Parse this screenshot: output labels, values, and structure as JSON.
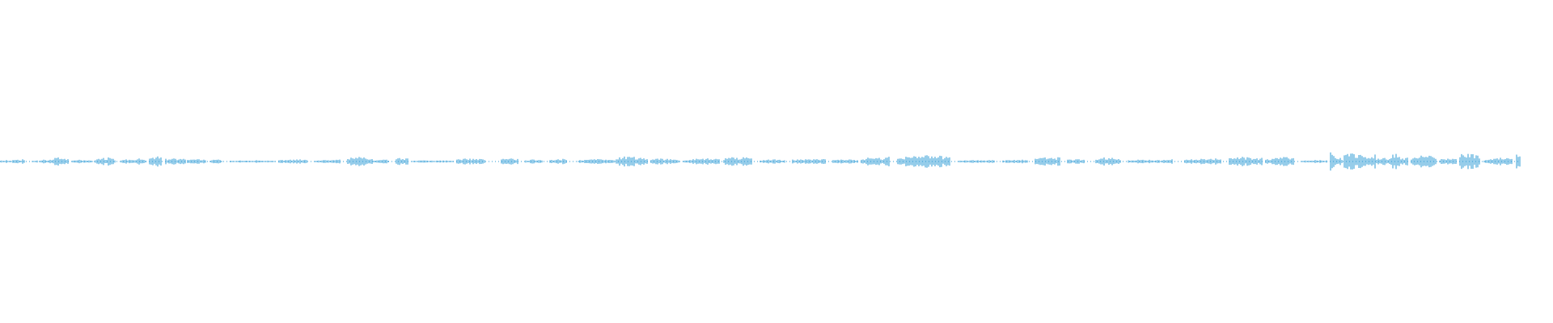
{
  "waveform": {
    "color": "#2e9bd6",
    "baseline_level": 0,
    "segments": [
      {
        "start": 0.0,
        "end": 0.012,
        "peaks": [
          0.05,
          0.1,
          0.08,
          0.12,
          0.06
        ]
      },
      {
        "start": 0.014,
        "end": 0.03,
        "peaks": [
          0.1,
          0.2,
          0.14,
          0.18
        ]
      },
      {
        "start": 0.04,
        "end": 0.046,
        "peaks": [
          0.05,
          0.08
        ]
      },
      {
        "start": 0.05,
        "end": 0.065,
        "peaks": [
          0.1,
          0.14,
          0.12,
          0.16,
          0.1
        ]
      },
      {
        "start": 0.066,
        "end": 0.085,
        "peaks": [
          0.2,
          0.35,
          0.28,
          0.4,
          0.3,
          0.22
        ]
      },
      {
        "start": 0.09,
        "end": 0.115,
        "peaks": [
          0.08,
          0.12,
          0.1,
          0.09
        ]
      },
      {
        "start": 0.118,
        "end": 0.142,
        "peaks": [
          0.18,
          0.3,
          0.25,
          0.34,
          0.2
        ]
      },
      {
        "start": 0.15,
        "end": 0.18,
        "peaks": [
          0.12,
          0.18,
          0.1,
          0.22,
          0.16
        ]
      },
      {
        "start": 0.185,
        "end": 0.2,
        "peaks": [
          0.28,
          0.42,
          0.3
        ]
      },
      {
        "start": 0.205,
        "end": 0.23,
        "peaks": [
          0.2,
          0.26,
          0.18,
          0.3
        ]
      },
      {
        "start": 0.232,
        "end": 0.255,
        "peaks": [
          0.12,
          0.18,
          0.14
        ]
      },
      {
        "start": 0.26,
        "end": 0.275,
        "peaks": [
          0.1,
          0.16,
          0.12
        ]
      },
      {
        "start": 0.285,
        "end": 0.34,
        "peaks": [
          0.06,
          0.08,
          0.06,
          0.1,
          0.07,
          0.05
        ]
      },
      {
        "start": 0.345,
        "end": 0.38,
        "peaks": [
          0.1,
          0.16,
          0.12,
          0.2,
          0.1
        ]
      },
      {
        "start": 0.39,
        "end": 0.42,
        "peaks": [
          0.08,
          0.12,
          0.1,
          0.14
        ]
      },
      {
        "start": 0.43,
        "end": 0.46,
        "peaks": [
          0.18,
          0.36,
          0.4,
          0.3,
          0.2
        ]
      },
      {
        "start": 0.462,
        "end": 0.48,
        "peaks": [
          0.1,
          0.15,
          0.12
        ]
      },
      {
        "start": 0.49,
        "end": 0.505,
        "peaks": [
          0.2,
          0.3,
          0.26
        ]
      },
      {
        "start": 0.51,
        "end": 0.56,
        "peaks": [
          0.06,
          0.08,
          0.07,
          0.09,
          0.06
        ]
      },
      {
        "start": 0.565,
        "end": 0.6,
        "peaks": [
          0.16,
          0.22,
          0.2,
          0.26,
          0.18
        ]
      },
      {
        "start": 0.62,
        "end": 0.64,
        "peaks": [
          0.2,
          0.24,
          0.22
        ]
      },
      {
        "start": 0.65,
        "end": 0.67,
        "peaks": [
          0.1,
          0.16,
          0.12
        ]
      },
      {
        "start": 0.68,
        "end": 0.7,
        "peaks": [
          0.14,
          0.2,
          0.18
        ]
      },
      {
        "start": 0.715,
        "end": 0.76,
        "peaks": [
          0.1,
          0.14,
          0.22,
          0.18,
          0.12
        ]
      },
      {
        "start": 0.762,
        "end": 0.8,
        "peaks": [
          0.26,
          0.4,
          0.36,
          0.3,
          0.24
        ]
      },
      {
        "start": 0.805,
        "end": 0.84,
        "peaks": [
          0.16,
          0.22,
          0.18,
          0.2
        ]
      },
      {
        "start": 0.845,
        "end": 0.89,
        "peaks": [
          0.14,
          0.2,
          0.24,
          0.18
        ]
      },
      {
        "start": 0.895,
        "end": 0.93,
        "peaks": [
          0.22,
          0.32,
          0.28,
          0.36,
          0.3
        ]
      },
      {
        "start": 0.94,
        "end": 0.97,
        "peaks": [
          0.1,
          0.16,
          0.14
        ]
      },
      {
        "start": 0.98,
        "end": 1.02,
        "peaks": [
          0.14,
          0.2,
          0.18,
          0.22
        ]
      },
      {
        "start": 1.03,
        "end": 1.06,
        "peaks": [
          0.12,
          0.16,
          0.14
        ]
      },
      {
        "start": 1.065,
        "end": 1.1,
        "peaks": [
          0.22,
          0.3,
          0.26,
          0.34
        ]
      },
      {
        "start": 1.11,
        "end": 1.175,
        "peaks": [
          0.3,
          0.46,
          0.4,
          0.5,
          0.44,
          0.36
        ]
      },
      {
        "start": 1.185,
        "end": 1.23,
        "peaks": [
          0.08,
          0.1,
          0.09,
          0.12
        ]
      },
      {
        "start": 1.24,
        "end": 1.27,
        "peaks": [
          0.1,
          0.14,
          0.12
        ]
      },
      {
        "start": 1.28,
        "end": 1.31,
        "peaks": [
          0.2,
          0.3,
          0.26,
          0.34
        ]
      },
      {
        "start": 1.32,
        "end": 1.34,
        "peaks": [
          0.14,
          0.18
        ]
      },
      {
        "start": 1.355,
        "end": 1.385,
        "peaks": [
          0.18,
          0.3,
          0.26,
          0.22
        ]
      },
      {
        "start": 1.395,
        "end": 1.45,
        "peaks": [
          0.1,
          0.14,
          0.12,
          0.1,
          0.16
        ]
      },
      {
        "start": 1.465,
        "end": 1.51,
        "peaks": [
          0.14,
          0.22,
          0.26,
          0.2
        ]
      },
      {
        "start": 1.52,
        "end": 1.56,
        "peaks": [
          0.24,
          0.34,
          0.3,
          0.28
        ]
      },
      {
        "start": 1.565,
        "end": 1.6,
        "peaks": [
          0.18,
          0.28,
          0.34,
          0.26
        ]
      },
      {
        "start": 1.61,
        "end": 1.64,
        "peaks": [
          0.1,
          0.12,
          0.08
        ]
      },
      {
        "start": 1.645,
        "end": 1.66,
        "peaks": [
          0.8,
          0.4,
          0.2
        ]
      },
      {
        "start": 1.662,
        "end": 1.7,
        "peaks": [
          0.5,
          0.62,
          0.48,
          0.4,
          0.56
        ]
      },
      {
        "start": 1.702,
        "end": 1.72,
        "peaks": [
          0.22,
          0.3,
          0.26
        ]
      },
      {
        "start": 1.722,
        "end": 1.74,
        "peaks": [
          0.7,
          0.36,
          0.28
        ]
      },
      {
        "start": 1.745,
        "end": 1.775,
        "peaks": [
          0.3,
          0.42,
          0.5,
          0.38
        ]
      },
      {
        "start": 1.78,
        "end": 1.8,
        "peaks": [
          0.16,
          0.22,
          0.2
        ]
      },
      {
        "start": 1.805,
        "end": 1.83,
        "peaks": [
          0.54,
          0.62,
          0.46
        ]
      },
      {
        "start": 1.835,
        "end": 1.87,
        "peaks": [
          0.14,
          0.2,
          0.3,
          0.22
        ]
      },
      {
        "start": 1.875,
        "end": 1.88,
        "peaks": [
          0.55
        ]
      }
    ]
  }
}
